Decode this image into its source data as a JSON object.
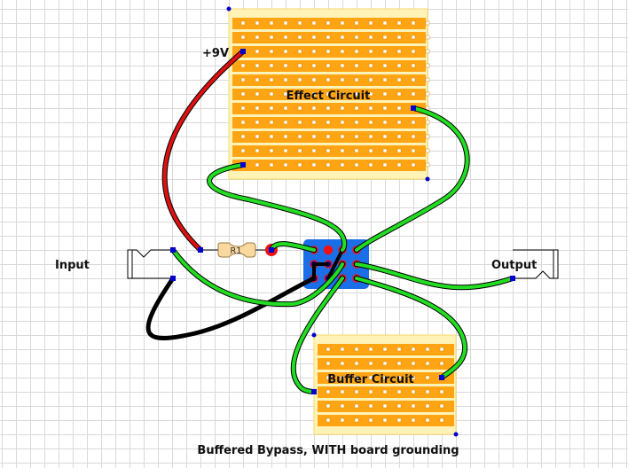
{
  "title": "Buffered Bypass, WITH board grounding",
  "labels": {
    "input": "Input",
    "output": "Output",
    "supply": "+9V",
    "resistor": "R1"
  },
  "boards": {
    "effect": {
      "label": "Effect Circuit",
      "strips": 11,
      "holes_per_strip": 14
    },
    "buffer": {
      "label": "Buffer Circuit",
      "strips": 6,
      "holes_per_strip": 9
    }
  },
  "switch": {
    "type": "3PDT footswitch",
    "rows": 3,
    "cols": 4
  },
  "wires": [
    {
      "name": "wire-9v",
      "color": "red"
    },
    {
      "name": "wire-input-to-switch",
      "color": "green"
    },
    {
      "name": "wire-input-ground",
      "color": "black"
    },
    {
      "name": "wire-effect-in",
      "color": "green"
    },
    {
      "name": "wire-effect-out",
      "color": "green"
    },
    {
      "name": "wire-led",
      "color": "green"
    },
    {
      "name": "wire-output",
      "color": "green"
    },
    {
      "name": "wire-buffer-in",
      "color": "green"
    },
    {
      "name": "wire-buffer-out",
      "color": "green"
    }
  ],
  "colors": {
    "board": "#ffa514",
    "board_border": "#fff0b4",
    "switch": "#1a6ee8",
    "wire_green": "#22dd22",
    "wire_red": "#dd1111",
    "wire_black": "#000000",
    "pad": "#0000cc"
  }
}
